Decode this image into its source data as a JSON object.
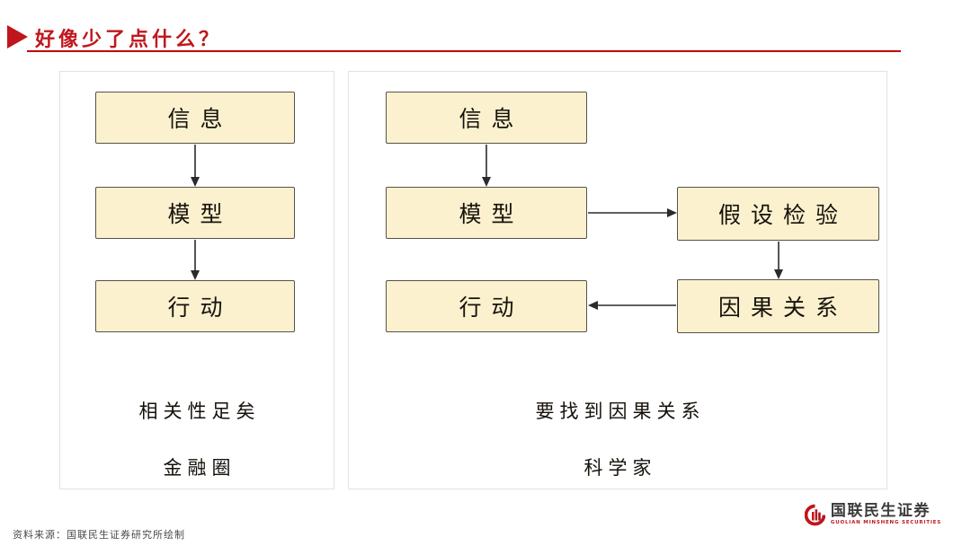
{
  "slide": {
    "title": "好像少了点什么？",
    "source_note": "资料来源：国联民生证券研究所绘制"
  },
  "left_panel": {
    "nodes": [
      "信息",
      "模型",
      "行动"
    ],
    "captions": [
      "相关性足矣",
      "金融圈"
    ]
  },
  "right_panel": {
    "main_nodes": [
      "信息",
      "模型",
      "行动"
    ],
    "side_nodes": [
      "假设检验",
      "因果关系"
    ],
    "captions": [
      "要找到因果关系",
      "科学家"
    ]
  },
  "logo": {
    "company": "国联民生证券",
    "subtitle": "GUOLIAN MINSHENG SECURITIES"
  },
  "diagram": {
    "type": "flowchart",
    "left_flow": "信息 → 模型 → 行动",
    "right_flow": "信息 → 模型 → 假设检验 → 因果关系 → 行动"
  },
  "colors": {
    "accent_red": "#C0161C",
    "underline_red": "#C00000",
    "box_fill": "#FBF1CE",
    "box_border": "#56524A",
    "arrow": "#2B2B2B",
    "panel_border": "#E2E2E2"
  }
}
